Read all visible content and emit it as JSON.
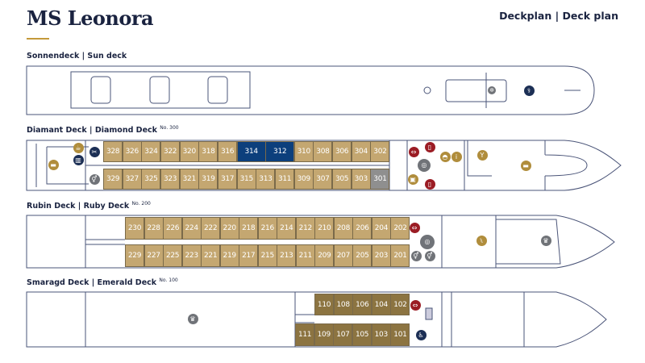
{
  "header": {
    "title": "MS Leonora",
    "subtitle": "Deckplan | Deck plan"
  },
  "colors": {
    "standard": "#c4a771",
    "suite": "#0c3f7c",
    "single": "#8f8f8f",
    "lower": "#8c7441",
    "accent": "#c49a3a",
    "line": "#4a5478"
  },
  "decks": {
    "sun": {
      "label": "Sonnendeck | Sun deck"
    },
    "diamond": {
      "label": "Diamant Deck | Diamond Deck",
      "no": "No. 300",
      "top": [
        [
          "328",
          "std"
        ],
        [
          "326",
          "std"
        ],
        [
          "324",
          "std"
        ],
        [
          "322",
          "std"
        ],
        [
          "320",
          "std"
        ],
        [
          "318",
          "std"
        ],
        [
          "316",
          "std"
        ],
        [
          "314",
          "suite"
        ],
        [
          "312",
          "suite"
        ],
        [
          "310",
          "std"
        ],
        [
          "308",
          "std"
        ],
        [
          "306",
          "std"
        ],
        [
          "304",
          "std"
        ],
        [
          "302",
          "std"
        ]
      ],
      "bottom": [
        [
          "329",
          "std"
        ],
        [
          "327",
          "std"
        ],
        [
          "325",
          "std"
        ],
        [
          "323",
          "std"
        ],
        [
          "321",
          "std"
        ],
        [
          "319",
          "std"
        ],
        [
          "317",
          "std"
        ],
        [
          "315",
          "std"
        ],
        [
          "313",
          "std"
        ],
        [
          "311",
          "std"
        ],
        [
          "309",
          "std"
        ],
        [
          "307",
          "std"
        ],
        [
          "305",
          "std"
        ],
        [
          "303",
          "std"
        ],
        [
          "301",
          "single"
        ]
      ]
    },
    "ruby": {
      "label": "Rubin Deck | Ruby Deck",
      "no": "No. 200",
      "top": [
        "230",
        "228",
        "226",
        "224",
        "222",
        "220",
        "218",
        "216",
        "214",
        "212",
        "210",
        "208",
        "206",
        "204",
        "202"
      ],
      "bottom": [
        "229",
        "227",
        "225",
        "223",
        "221",
        "219",
        "217",
        "215",
        "213",
        "211",
        "209",
        "207",
        "205",
        "203",
        "201"
      ]
    },
    "emerald": {
      "label": "Smaragd Deck | Emerald Deck",
      "no": "No. 100",
      "top": [
        "110",
        "108",
        "106",
        "104",
        "102"
      ],
      "bottom": [
        "111",
        "109",
        "107",
        "105",
        "103",
        "101"
      ]
    }
  },
  "icons": {
    "cafe": "cup-icon",
    "library": "book-icon",
    "lounge": "sofa-icon",
    "spa": "spa-icon",
    "restroom": "restroom-icon",
    "elevator": "elevator-icon",
    "exit": "exit-icon",
    "reception": "bell-icon",
    "info": "info-icon",
    "shop": "shop-icon",
    "bar": "cocktail-icon",
    "restaurant": "cutlery-icon",
    "chef": "chef-hat-icon",
    "wheel": "wheelhouse-icon",
    "doctor": "medical-icon"
  }
}
